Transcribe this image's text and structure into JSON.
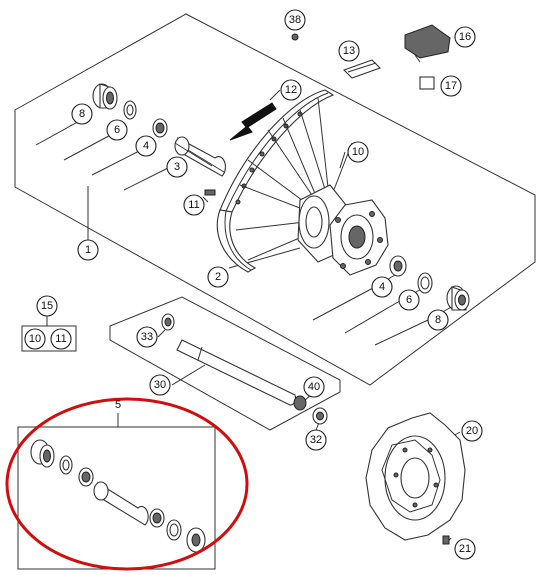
{
  "diagram": {
    "callouts": [
      {
        "id": "c38",
        "label": "38"
      },
      {
        "id": "c16",
        "label": "16"
      },
      {
        "id": "c13",
        "label": "13"
      },
      {
        "id": "c17",
        "label": "17"
      },
      {
        "id": "c12",
        "label": "12"
      },
      {
        "id": "c8a",
        "label": "8"
      },
      {
        "id": "c6a",
        "label": "6"
      },
      {
        "id": "c4a",
        "label": "4"
      },
      {
        "id": "c3",
        "label": "3"
      },
      {
        "id": "c10a",
        "label": "10"
      },
      {
        "id": "c11a",
        "label": "11"
      },
      {
        "id": "c1",
        "label": "1"
      },
      {
        "id": "c2",
        "label": "2"
      },
      {
        "id": "c4b",
        "label": "4"
      },
      {
        "id": "c6b",
        "label": "6"
      },
      {
        "id": "c8b",
        "label": "8"
      },
      {
        "id": "c15",
        "label": "15"
      },
      {
        "id": "c10b",
        "label": "10"
      },
      {
        "id": "c11b",
        "label": "11"
      },
      {
        "id": "c33",
        "label": "33"
      },
      {
        "id": "c30",
        "label": "30"
      },
      {
        "id": "c40",
        "label": "40"
      },
      {
        "id": "c32",
        "label": "32"
      },
      {
        "id": "c5",
        "label": "5"
      },
      {
        "id": "c20",
        "label": "20"
      },
      {
        "id": "c21",
        "label": "21"
      }
    ]
  }
}
